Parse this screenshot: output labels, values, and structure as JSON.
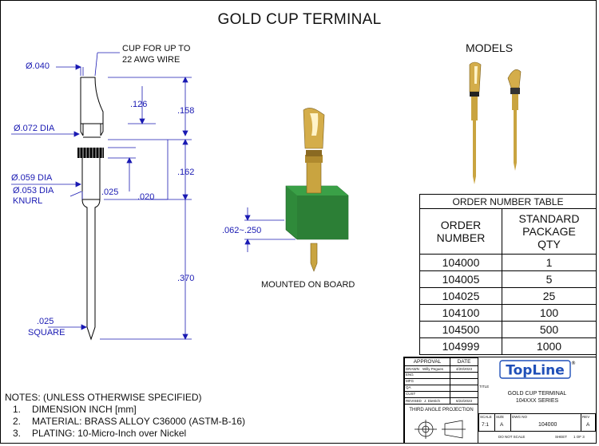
{
  "title": "GOLD CUP TERMINAL",
  "drawing": {
    "dim_040": "Ø.040",
    "cup_note_line1": "CUP FOR UP TO",
    "cup_note_line2": "22 AWG WIRE",
    "dim_126": ".126",
    "dim_158": ".158",
    "dim_072": "Ø.072 DIA",
    "dim_162": ".162",
    "dim_059": "Ø.059 DIA",
    "dim_053_line1": "Ø.053 DIA",
    "dim_053_line2": "KNURL",
    "dim_025a": ".025",
    "dim_020": ".020",
    "dim_370": ".370",
    "dim_025sq_line1": ".025",
    "dim_025sq_line2": "SQUARE",
    "board_dim": ".062~.250",
    "mounted_label": "MOUNTED ON BOARD",
    "models_label": "MODELS"
  },
  "order_table": {
    "caption": "ORDER NUMBER TABLE",
    "header_left": [
      "ORDER",
      "NUMBER"
    ],
    "header_right": [
      "STANDARD",
      "PACKAGE",
      "QTY"
    ],
    "rows": [
      {
        "number": "104000",
        "qty": "1"
      },
      {
        "number": "104005",
        "qty": "5"
      },
      {
        "number": "104025",
        "qty": "25"
      },
      {
        "number": "104100",
        "qty": "100"
      },
      {
        "number": "104500",
        "qty": "500"
      },
      {
        "number": "104999",
        "qty": "1000"
      }
    ]
  },
  "notes": {
    "heading": "NOTES: (UNLESS OTHERWISE SPECIFIED)",
    "items": [
      {
        "num": "1.",
        "text": "DIMENSION INCH [mm]"
      },
      {
        "num": "2.",
        "text": "MATERIAL: BRASS ALLOY C36000 (ASTM-B-16)"
      },
      {
        "num": "3.",
        "text": "PLATING: 10-Micro-Inch over Nickel"
      }
    ]
  },
  "title_block": {
    "approval": "APPROVAL",
    "date": "DATE",
    "drawn_label": "DRAWN",
    "drawn_by": "Willy Pegues",
    "drawn_date": "4/20/2023",
    "eng_label": "ENG",
    "mfg_label": "MFG",
    "qa_label": "QA",
    "cust_label": "CUST",
    "revised_label": "REVISED",
    "revised_by": "J. Dietrich",
    "revised_date": "6/22/2023",
    "projection": "THIRD ANGLE PROJECTION",
    "logo": "TopLine",
    "registered": "®",
    "title_label": "TITLE",
    "doc_title_line1": "GOLD CUP TERMINAL",
    "doc_title_line2": "104XXX SERIES",
    "scale_label": "SCALE",
    "scale": "7:1",
    "size_label": "SIZE",
    "size": "A",
    "dwg_label": "DWG NO",
    "dwg_no": "104000",
    "rev_label": "REV",
    "rev": "A",
    "do_not_scale": "DO NOT SCALE",
    "sheet_label": "SHEET",
    "sheet": "1 OF 3"
  },
  "colors": {
    "dimension": "#1a1ab3",
    "gold": "#c9a440",
    "board": "#2f8a3a",
    "logo_blue": "#1f4fb8"
  }
}
